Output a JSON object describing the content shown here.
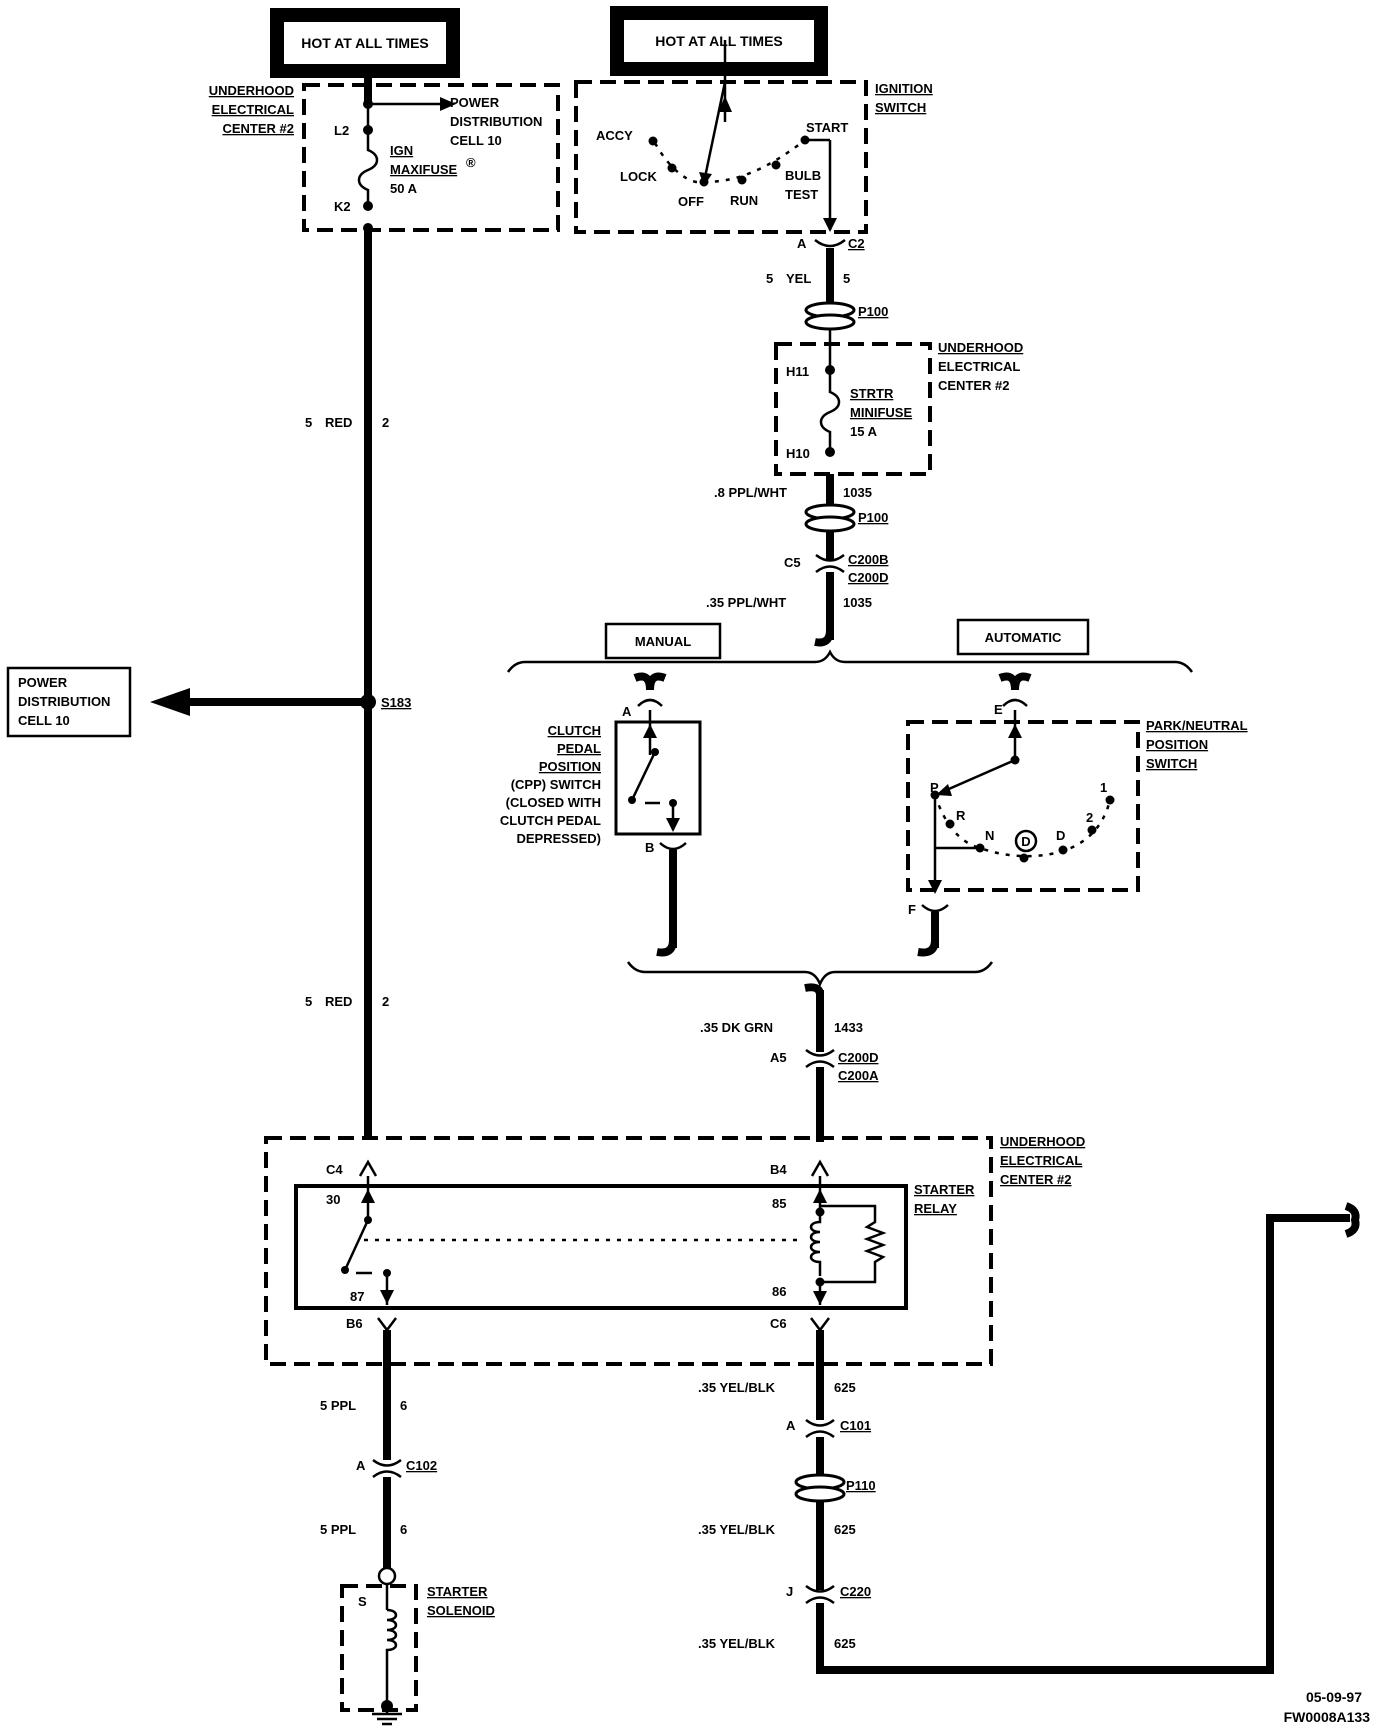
{
  "banners": {
    "left": "HOT AT ALL TIMES",
    "right": "HOT AT ALL TIMES"
  },
  "fuse_block": {
    "label": [
      "UNDERHOOD",
      "ELECTRICAL",
      "CENTER #2"
    ],
    "pin_top": "L2",
    "pin_bottom": "K2",
    "fuse_name": [
      "IGN",
      "MAXIFUSE"
    ],
    "fuse_rating": "50 A",
    "registered_mark": "®",
    "arrow_label": [
      "POWER",
      "DISTRIBUTION",
      "CELL 10"
    ]
  },
  "ignition_switch": {
    "label": [
      "IGNITION",
      "SWITCH"
    ],
    "positions": [
      "ACCY",
      "LOCK",
      "OFF",
      "RUN",
      "BULB",
      "TEST",
      "START"
    ],
    "pin": "A",
    "connector": "C2"
  },
  "wires": {
    "w5_yel_gauge": "5",
    "w5_yel_color": "YEL",
    "w5_yel_circuit": "5",
    "w5_red_top_gauge": "5",
    "w5_red_top_color": "RED",
    "w5_red_top_circuit": "2",
    "w5_red_bot_gauge": "5",
    "w5_red_bot_color": "RED",
    "w5_red_bot_circuit": "2",
    "w_ppl_wht_1": ".8 PPL/WHT",
    "w_ppl_wht_1_circuit": "1035",
    "w_ppl_wht_2": ".35 PPL/WHT",
    "w_ppl_wht_2_circuit": "1035",
    "w_dk_grn": ".35  DK  GRN",
    "w_dk_grn_circuit": "1433",
    "w_ppl_1": "5  PPL",
    "w_ppl_1_circuit": "6",
    "w_ppl_2": "5  PPL",
    "w_ppl_2_circuit": "6",
    "w_yel_blk_1": ".35 YEL/BLK",
    "w_yel_blk_1_circuit": "625",
    "w_yel_blk_2": ".35 YEL/BLK",
    "w_yel_blk_2_circuit": "625",
    "w_yel_blk_3": ".35 YEL/BLK",
    "w_yel_blk_3_circuit": "625"
  },
  "connectors": {
    "p100_top": "P100",
    "p100_bottom": "P100",
    "c5_pin": "C5",
    "c200b": "C200B",
    "c200d": "C200D",
    "a5_pin": "A5",
    "c200d_2": "C200D",
    "c200a": "C200A",
    "c101_pin": "A",
    "c101": "C101",
    "p110": "P110",
    "c220_pin": "J",
    "c220": "C220",
    "c102_pin": "A",
    "c102": "C102"
  },
  "starter_fuse": {
    "label": [
      "UNDERHOOD",
      "ELECTRICAL",
      "CENTER #2"
    ],
    "pin_top": "H11",
    "pin_bottom": "H10",
    "fuse_name": [
      "STRTR",
      "MINIFUSE"
    ],
    "fuse_rating": "15 A"
  },
  "transmission": {
    "manual": "MANUAL",
    "automatic": "AUTOMATIC"
  },
  "cpp_switch": {
    "label": [
      "CLUTCH",
      "PEDAL",
      "POSITION",
      "(CPP) SWITCH",
      "(CLOSED WITH",
      "CLUTCH PEDAL",
      "DEPRESSED)"
    ],
    "pin_top": "A",
    "pin_bottom": "B"
  },
  "pnp_switch": {
    "label": [
      "PARK/NEUTRAL",
      "POSITION",
      "SWITCH"
    ],
    "pin_top": "E",
    "pin_bottom": "F",
    "gears": [
      "P",
      "R",
      "N",
      "D",
      "D",
      "2",
      "1"
    ]
  },
  "splice": {
    "name": "S183",
    "offpage": [
      "POWER",
      "DISTRIBUTION",
      "CELL 10"
    ]
  },
  "relay_center": {
    "label": [
      "UNDERHOOD",
      "ELECTRICAL",
      "CENTER #2"
    ],
    "relay_label": [
      "STARTER",
      "RELAY"
    ],
    "pin_c4": "C4",
    "pin_b4": "B4",
    "pin_b6": "B6",
    "pin_c6": "C6",
    "term_30": "30",
    "term_85": "85",
    "term_87": "87",
    "term_86": "86"
  },
  "solenoid": {
    "label": [
      "STARTER",
      "SOLENOID"
    ],
    "pin": "S"
  },
  "footer": {
    "date": "05-09-97",
    "code": "FW0008A133"
  }
}
